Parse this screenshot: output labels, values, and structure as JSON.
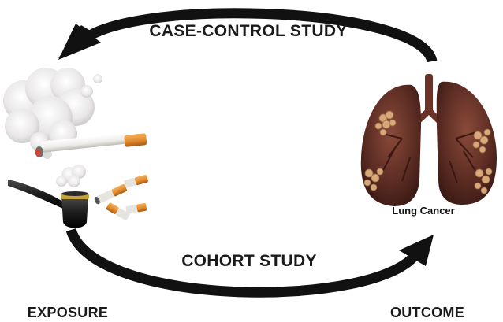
{
  "diagram": {
    "top_arrow_label": "CASE-CONTROL STUDY",
    "bottom_arrow_label": "COHORT STUDY",
    "left_label": "EXPOSURE",
    "right_label": "OUTCOME",
    "organ_label": "Lung Cancer"
  },
  "colors": {
    "arrow": "#111111",
    "lung_tissue": "#5a2b22",
    "lung_highlight": "#8a4a3a",
    "tumor": "#d8a878",
    "cigarette_filter": "#e58a2c",
    "smoke": "#eceaea",
    "pipe": "#1d1d1d"
  },
  "icons": [
    "smoke-cloud-icon",
    "cigarette-icon",
    "pipe-icon",
    "cigarette-butt-icon",
    "lungs-icon"
  ]
}
